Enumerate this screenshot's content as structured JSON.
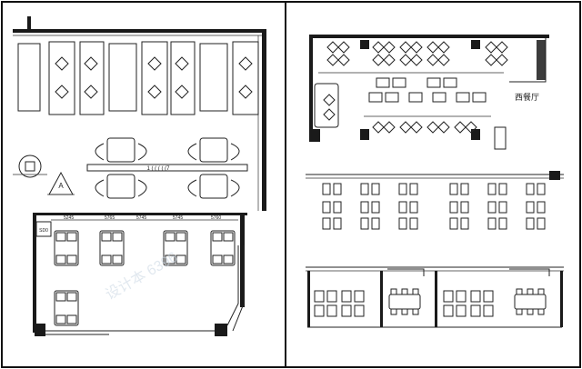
{
  "left_plan": {
    "dimension_labels": [
      "5245",
      "5765",
      "5745",
      "5745",
      "5760"
    ],
    "room_code": "SD0",
    "stair_mark": "A",
    "corridor_note": "1 ( ( ( ( (7"
  },
  "right_plan": {
    "room_label": "西餐厅"
  },
  "watermark": {
    "text": "设计本 6396"
  }
}
